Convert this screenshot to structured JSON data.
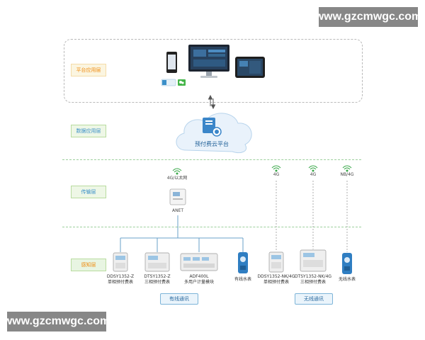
{
  "watermark": {
    "top": "www.gzcmwgc.com",
    "bottom": "www.gzcmwgc.com"
  },
  "layers": {
    "platform": "平台应用层",
    "data": "数据应用层",
    "transport": "传输层",
    "perception": "感知层"
  },
  "cloud": {
    "label": "预付费云平台"
  },
  "gateway": {
    "link_label": "4G/以太网",
    "device_label": "ANET"
  },
  "wireless_links": {
    "a": "4G",
    "b": "4G",
    "c": "NB/4G"
  },
  "devices": {
    "d1_model": "DDSY1352-Z",
    "d1_name": "单相预付费表",
    "d2_model": "DTSY1352-Z",
    "d2_name": "三相预付费表",
    "d3_model": "ADF400L",
    "d3_name": "多用户计量模块",
    "d4_name": "有线水表",
    "d5_model": "DDSY1352-NK/4G",
    "d5_name": "单相预付费表",
    "d6_model": "DTSY1352-NK/4G",
    "d6_name": "三相预付费表",
    "d7_name": "无线水表"
  },
  "comm": {
    "wired": "有线通讯",
    "wireless": "无线通讯"
  },
  "colors": {
    "tag_fill": "#f3f8e6",
    "tag_text": "#ef8b10",
    "tag_border": "#b9dca0",
    "cloud_blue": "#2c7fc9",
    "separator": "#9ccf9c"
  }
}
